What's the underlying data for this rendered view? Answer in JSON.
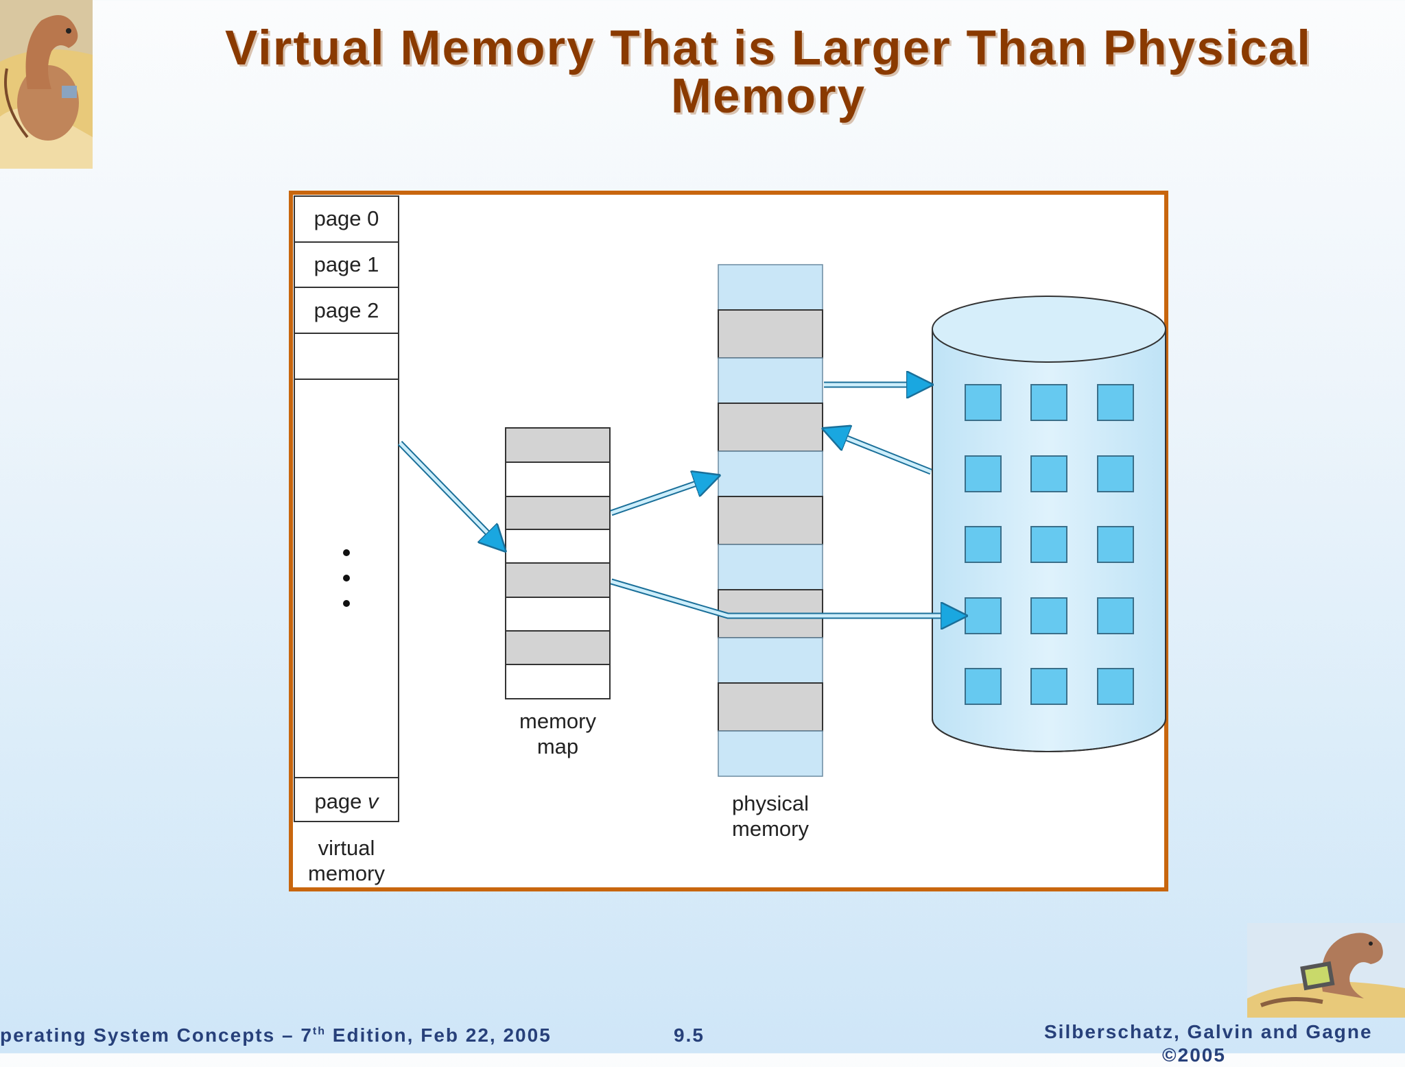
{
  "title": "Virtual Memory That is Larger Than Physical Memory",
  "virtual_memory": {
    "pages": [
      "page 0",
      "page 1",
      "page 2",
      "",
      "page v"
    ],
    "label_line1": "virtual",
    "label_line2": "memory"
  },
  "memory_map": {
    "label_line1": "memory",
    "label_line2": "map"
  },
  "physical_memory": {
    "label_line1": "physical",
    "label_line2": "memory"
  },
  "colors": {
    "frame": "#c8660e",
    "title": "#8a3a00",
    "gray_block": "#d3d3d3",
    "light_blue_block": "#c9e6f7",
    "disk_block": "#66c9f0",
    "arrow": "#1aa7e0"
  },
  "footer": {
    "left": "perating System Concepts – 7",
    "left_sup": "th",
    "left_rest": " Edition, Feb 22, 2005",
    "center": "9.5",
    "right_line1": "Silberschatz, Galvin and Gagne",
    "right_line2": "©2005"
  }
}
